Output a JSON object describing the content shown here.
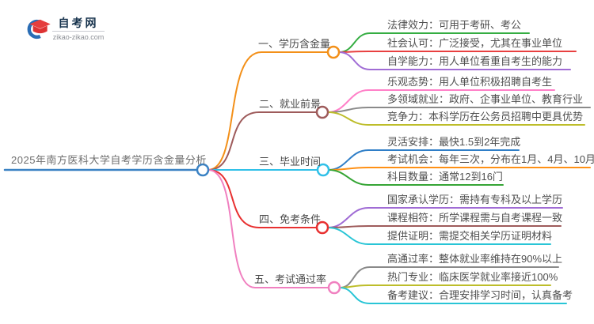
{
  "logo": {
    "site_name": "自考网",
    "site_domain": "zikao-zikao.com",
    "icon": "graduation-cap-icon",
    "icon_colors": {
      "cap": "#e23c3c",
      "swoosh": "#2a6db5"
    }
  },
  "mindmap": {
    "root": {
      "label": "2025年南方医科大学自考学历含金量分析",
      "color": "#3b82c4"
    },
    "branches": [
      {
        "label": "一、学历含金量",
        "color": "#f39019",
        "children": [
          {
            "text": "法律效力：可用于考研、考公",
            "color": "#35ad42"
          },
          {
            "text": "社会认可：广泛接受，尤其在事业单位",
            "color": "#e84040"
          },
          {
            "text": "自学能力：用人单位看重自考生的能力",
            "color": "#a06cd5"
          }
        ]
      },
      {
        "label": "二、就业前景",
        "color": "#9e5b5b",
        "children": [
          {
            "text": "乐观态势：用人单位积极招聘自考生",
            "color": "#ff80c8"
          },
          {
            "text": "多领域就业：政府、企事业单位、教育行业",
            "color": "#8a8a8a"
          },
          {
            "text": "竞争力：本科学历在公务员招聘中更具优势",
            "color": "#bdbd2a"
          }
        ]
      },
      {
        "label": "三、毕业时间",
        "color": "#30c0e8",
        "children": [
          {
            "text": "灵活安排：最快1.5到2年完成",
            "color": "#2f7ec7"
          },
          {
            "text": "考试机会：每年三次，分布在1月、4月、10月",
            "color": "#ff9015"
          },
          {
            "text": "科目数量：通常12到16门",
            "color": "#35a535"
          }
        ]
      },
      {
        "label": "四、免考条件",
        "color": "#e83030",
        "children": [
          {
            "text": "国家承认学历：需持有专科及以上学历",
            "color": "#a06cd5"
          },
          {
            "text": "课程相符：所学课程需与自考课程一致",
            "color": "#9e5b5b"
          },
          {
            "text": "提供证明：需提交相关学历证明材料",
            "color": "#29c5d6"
          }
        ]
      },
      {
        "label": "五、考试通过率",
        "color": "#f080c0",
        "children": [
          {
            "text": "高通过率：整体就业率维持在90%以上",
            "color": "#8a8a8a"
          },
          {
            "text": "热门专业：临床医学就业率接近100%",
            "color": "#bdbd2a"
          },
          {
            "text": "备考建议：合理安排学习时间，认真备考",
            "color": "#29c5d6"
          }
        ]
      }
    ]
  }
}
